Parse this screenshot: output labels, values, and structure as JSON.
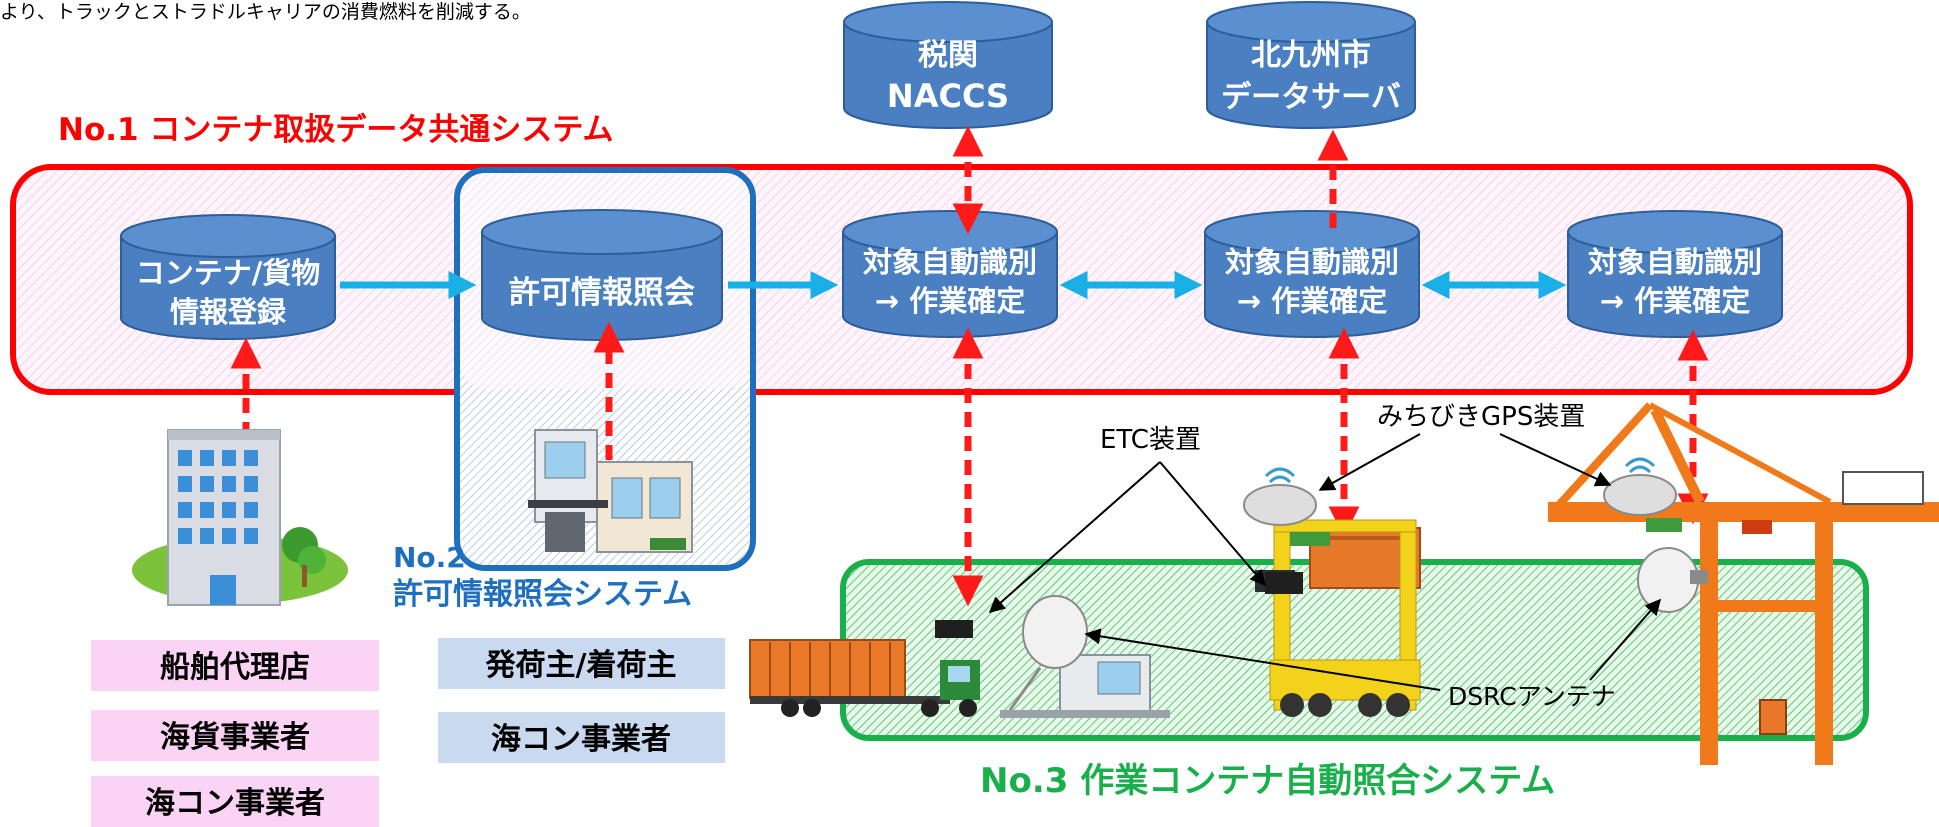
{
  "header_note": "より、トラックとストラドルキャリアの消費燃料を削減する。",
  "external_systems": {
    "customs": {
      "line1": "税関",
      "line2": "NACCS"
    },
    "city": {
      "line1": "北九州市",
      "line2": "データサーバ"
    }
  },
  "system1": {
    "title": "No.1  コンテナ取扱データ共通システム"
  },
  "system2": {
    "title_line1": "No.2",
    "title_line2": "許可情報照会システム"
  },
  "system3": {
    "title": "No.3 作業コンテナ自動照合システム"
  },
  "processes": {
    "register": {
      "line1": "コンテナ/貨物",
      "line2": "情報登録"
    },
    "permit": {
      "line1": "許可情報照会"
    },
    "identify1": {
      "line1": "対象自動識別",
      "line2": "→ 作業確定"
    },
    "identify2": {
      "line1": "対象自動識別",
      "line2": "→ 作業確定"
    },
    "identify3": {
      "line1": "対象自動識別",
      "line2": "→ 作業確定"
    }
  },
  "device_labels": {
    "etc": "ETC装置",
    "gps": "みちびきGPS装置",
    "dsrc": "DSRCアンテナ"
  },
  "stakeholders_pink": [
    "船舶代理店",
    "海貨事業者",
    "海コン事業者"
  ],
  "stakeholders_blue": [
    "発荷主/着荷主",
    "海コン事業者"
  ],
  "colors": {
    "system1_red": "#ff0000",
    "system2_blue": "#1f6fbf",
    "system3_green": "#19b04b",
    "cylinder_fill": "#4a7fc1",
    "arrow_cyan": "#19b0e8",
    "dashed_arrow_red": "#ff1a1a",
    "pink_box": "#fbd3f5",
    "blue_box": "#c9daf0",
    "crane_orange": "#f07a1a",
    "straddle_yellow": "#f2d21a"
  }
}
